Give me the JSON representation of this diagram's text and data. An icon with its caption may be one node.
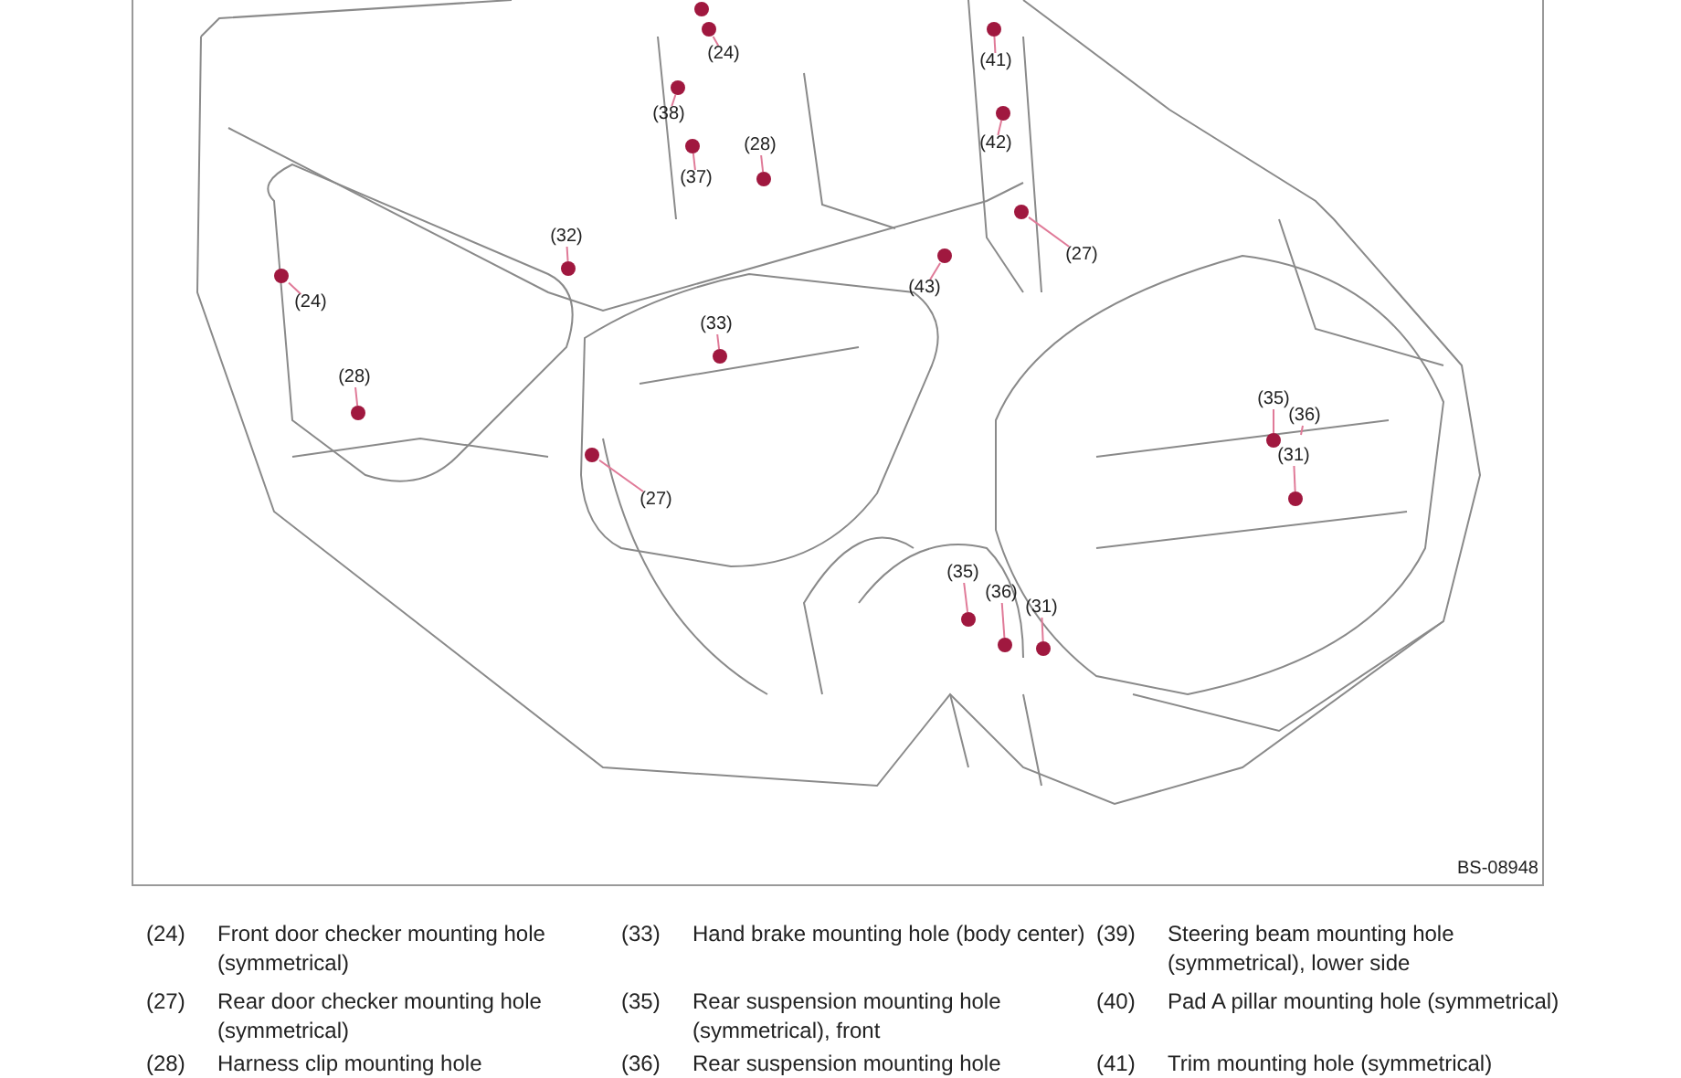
{
  "diagram": {
    "nodes": [
      {
        "text": [
          "(24)"
        ]
      },
      {
        "text": [
          "(38)"
        ]
      },
      {
        "text": [
          "(37)"
        ]
      },
      {
        "text": [
          "(28)"
        ]
      },
      {
        "text": [
          "(41)"
        ]
      },
      {
        "text": [
          "(42)"
        ]
      },
      {
        "text": [
          "(27)"
        ]
      },
      {
        "text": [
          "(43)"
        ]
      },
      {
        "text": [
          "(32)"
        ]
      },
      {
        "text": [
          "(24)"
        ]
      },
      {
        "text": [
          "(33)"
        ]
      },
      {
        "text": [
          "(28)"
        ]
      },
      {
        "text": [
          "(27)"
        ]
      },
      {
        "text": [
          "(35)"
        ]
      },
      {
        "text": [
          "(36)"
        ]
      },
      {
        "text": [
          "(31)"
        ]
      },
      {
        "text": [
          "(35)"
        ]
      },
      {
        "text": [
          "(36)"
        ]
      },
      {
        "text": [
          "(31)"
        ]
      },
      {
        "text": [],
        "shape": "circle"
      },
      {
        "text": [],
        "shape": "circle"
      },
      {
        "text": [],
        "shape": "circle"
      },
      {
        "text": [],
        "shape": "circle"
      },
      {
        "text": [],
        "shape": "circle"
      },
      {
        "text": [],
        "shape": "circle"
      },
      {
        "text": [],
        "shape": "circle"
      },
      {
        "text": [],
        "shape": "circle"
      },
      {
        "text": [],
        "shape": "circle"
      },
      {
        "text": [],
        "shape": "circle"
      },
      {
        "text": [],
        "shape": "circle"
      },
      {
        "text": [],
        "shape": "circle"
      },
      {
        "text": [],
        "shape": "circle"
      },
      {
        "text": [],
        "shape": "circle"
      },
      {
        "text": [],
        "shape": "circle"
      },
      {
        "text": [],
        "shape": "circle"
      },
      {
        "text": [],
        "shape": "circle"
      },
      {
        "text": [],
        "shape": "circle"
      },
      {
        "text": [],
        "shape": "circle"
      }
    ],
    "edges": [
      {
        "from": 0,
        "to": 19,
        "arrow": "none"
      },
      {
        "from": 1,
        "to": 20,
        "arrow": "none"
      },
      {
        "from": 2,
        "to": 21,
        "arrow": "none"
      },
      {
        "from": 3,
        "to": 22,
        "arrow": "none"
      },
      {
        "from": 4,
        "to": 23,
        "arrow": "none"
      },
      {
        "from": 5,
        "to": 24,
        "arrow": "none"
      },
      {
        "from": 6,
        "to": 25,
        "arrow": "none"
      },
      {
        "from": 7,
        "to": 26,
        "arrow": "none"
      },
      {
        "from": 8,
        "to": 27,
        "arrow": "none"
      },
      {
        "from": 9,
        "to": 28,
        "arrow": "none"
      },
      {
        "from": 10,
        "to": 29,
        "arrow": "none"
      },
      {
        "from": 11,
        "to": 30,
        "arrow": "none"
      },
      {
        "from": 12,
        "to": 31,
        "arrow": "none"
      },
      {
        "from": 13,
        "to": 32,
        "arrow": "none"
      },
      {
        "from": 14,
        "to": null,
        "arrow": "none"
      },
      {
        "from": 15,
        "to": 33,
        "arrow": "none"
      },
      {
        "from": 16,
        "to": 34,
        "arrow": "none"
      },
      {
        "from": 17,
        "to": 35,
        "arrow": "none"
      },
      {
        "from": 18,
        "to": 36,
        "arrow": "none"
      }
    ],
    "labels": [
      "BS-08948",
      "(24)",
      "Front door checker mounting hole (symmetrical)",
      "(33)",
      "Hand brake mounting hole (body center)",
      "(39)",
      "Steering beam mounting hole (symmetrical), lower side",
      "(27)",
      "Rear door checker mounting hole (symmetrical)",
      "(35)",
      "Rear suspension mounting hole (symmetrical), front",
      "(40)",
      "Pad A pillar mounting hole (symmetrical)",
      "(28)",
      "Harness clip mounting hole",
      "(36)",
      "Rear suspension mounting hole",
      "(41)",
      "Trim mounting hole (symmetrical)"
    ]
  }
}
